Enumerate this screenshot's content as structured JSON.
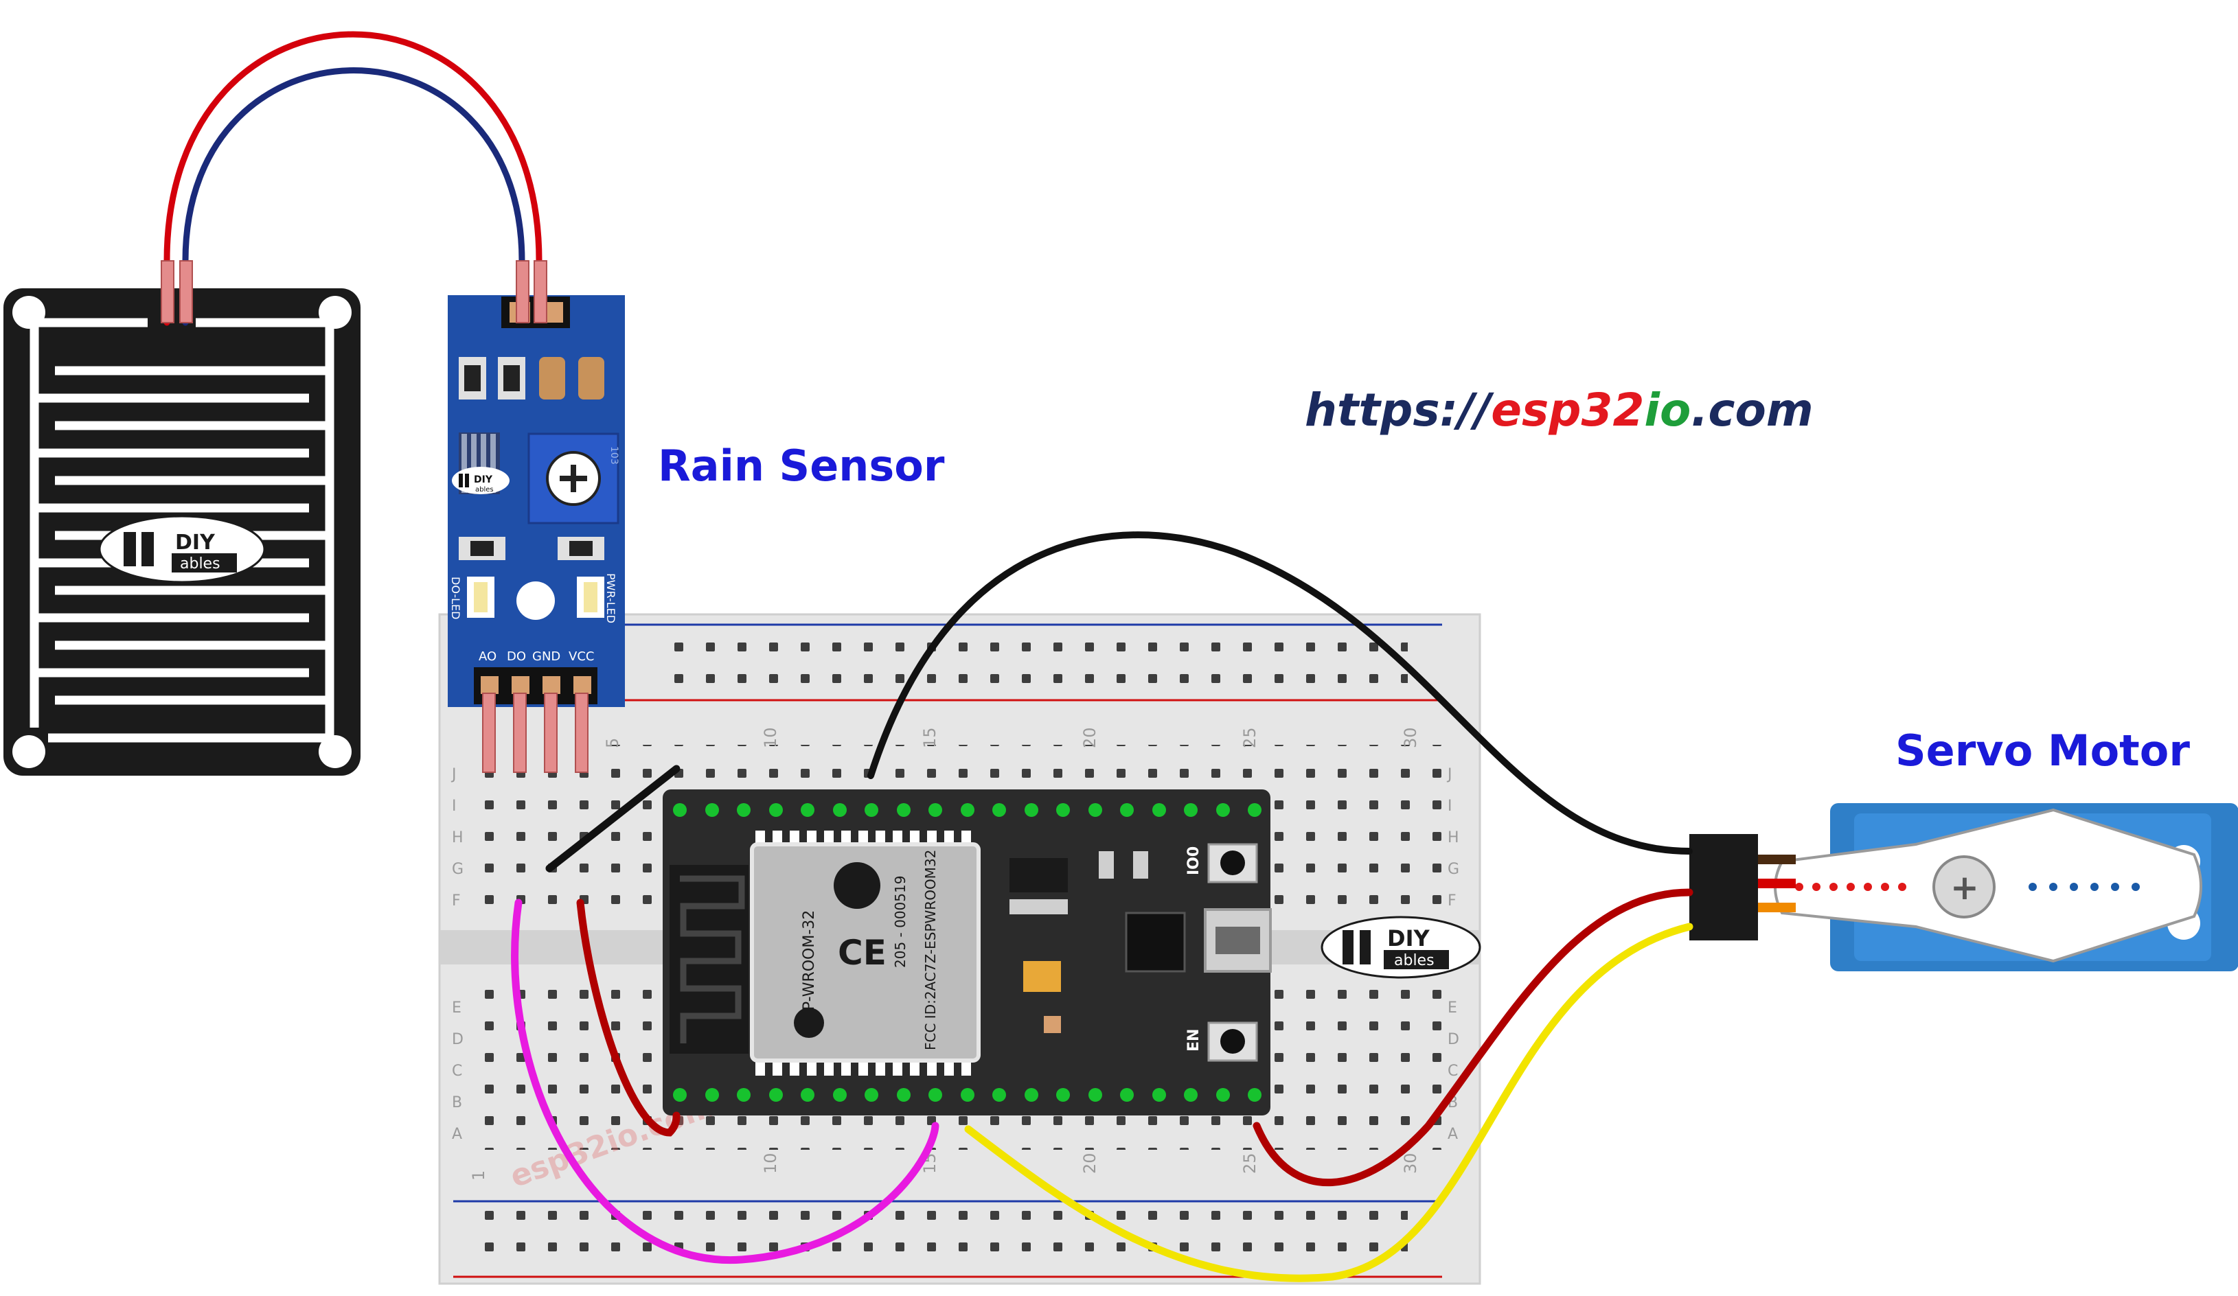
{
  "labels": {
    "rain_sensor": "Rain Sensor",
    "servo_motor": "Servo Motor",
    "url_prefix": "https://",
    "url_esp": "esp",
    "url_32": "32",
    "url_io": "io",
    "url_suffix": ".com",
    "watermark": "esp32io.com"
  },
  "rain_module": {
    "pins": [
      "AO",
      "DO",
      "GND",
      "VCC"
    ],
    "do_led": "DO-LED",
    "pwr_led": "PWR-LED",
    "pot_code": "103"
  },
  "logo": {
    "top": "DIY",
    "bottom": "ables"
  },
  "esp32": {
    "module_name": "ESP-WROOM-32",
    "fcc": "FCC ID:2AC7Z-ESPWROOM32",
    "cert": "205 - 000519",
    "button_io0": "IO0",
    "button_en": "EN"
  },
  "breadboard": {
    "column_numbers": [
      "1",
      "5",
      "10",
      "15",
      "20",
      "25",
      "30"
    ],
    "rows_top": [
      "J",
      "I",
      "H",
      "G",
      "F"
    ],
    "rows_bottom": [
      "E",
      "D",
      "C",
      "B",
      "A"
    ]
  },
  "colors": {
    "label_blue": "#1a1ad9",
    "url_navy": "#1b2a5e",
    "url_red": "#e3181f",
    "url_green": "#1e9e3a",
    "wire_red": "#d4000b",
    "wire_navy": "#1a2a7a",
    "wire_black": "#111111",
    "wire_magenta": "#e81ae0",
    "wire_yellow": "#f2e400",
    "wire_darkred": "#b00000",
    "module_blue": "#1f4fa8",
    "esp_board": "#2b2b2b",
    "servo_blue": "#2f7fc8"
  }
}
